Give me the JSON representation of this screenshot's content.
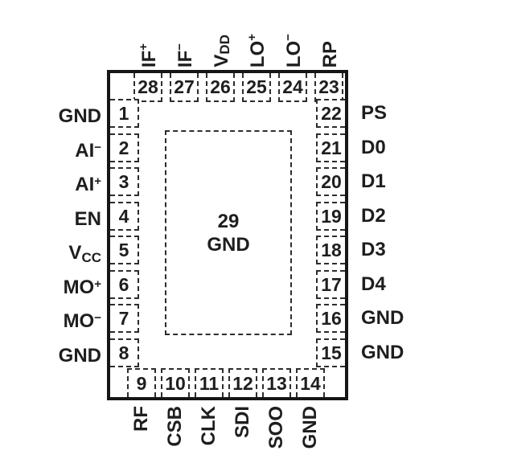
{
  "diagram": {
    "kind": "IC package pinout (28-pin QFN, top view)",
    "ink_color": "#1e1e1e",
    "background_color": "#ffffff"
  },
  "pins": {
    "top": [
      {
        "num": "28",
        "label": "IF",
        "label_sup": "+"
      },
      {
        "num": "27",
        "label": "IF",
        "label_sup": "−"
      },
      {
        "num": "26",
        "label": "V",
        "label_sub": "DD"
      },
      {
        "num": "25",
        "label": "LO",
        "label_sup": "+"
      },
      {
        "num": "24",
        "label": "LO",
        "label_sup": "−"
      },
      {
        "num": "23",
        "label": "RP"
      }
    ],
    "left": [
      {
        "num": "1",
        "label": "GND"
      },
      {
        "num": "2",
        "label": "AI",
        "label_sup": "−"
      },
      {
        "num": "3",
        "label": "AI",
        "label_sup": "+"
      },
      {
        "num": "4",
        "label": "EN"
      },
      {
        "num": "5",
        "label": "V",
        "label_sub": "CC"
      },
      {
        "num": "6",
        "label": "MO",
        "label_sup": "+"
      },
      {
        "num": "7",
        "label": "MO",
        "label_sup": "−"
      },
      {
        "num": "8",
        "label": "GND"
      }
    ],
    "right": [
      {
        "num": "22",
        "label": "PS"
      },
      {
        "num": "21",
        "label": "D0"
      },
      {
        "num": "20",
        "label": "D1"
      },
      {
        "num": "19",
        "label": "D2"
      },
      {
        "num": "18",
        "label": "D3"
      },
      {
        "num": "17",
        "label": "D4"
      },
      {
        "num": "16",
        "label": "GND"
      },
      {
        "num": "15",
        "label": "GND"
      }
    ],
    "bottom": [
      {
        "num": "9",
        "label": "RF"
      },
      {
        "num": "10",
        "label": "CSB"
      },
      {
        "num": "11",
        "label": "CLK"
      },
      {
        "num": "12",
        "label": "SDI"
      },
      {
        "num": "13",
        "label": "SOO"
      },
      {
        "num": "14",
        "label": "GND"
      }
    ],
    "center": {
      "num": "29",
      "label": "GND"
    }
  }
}
